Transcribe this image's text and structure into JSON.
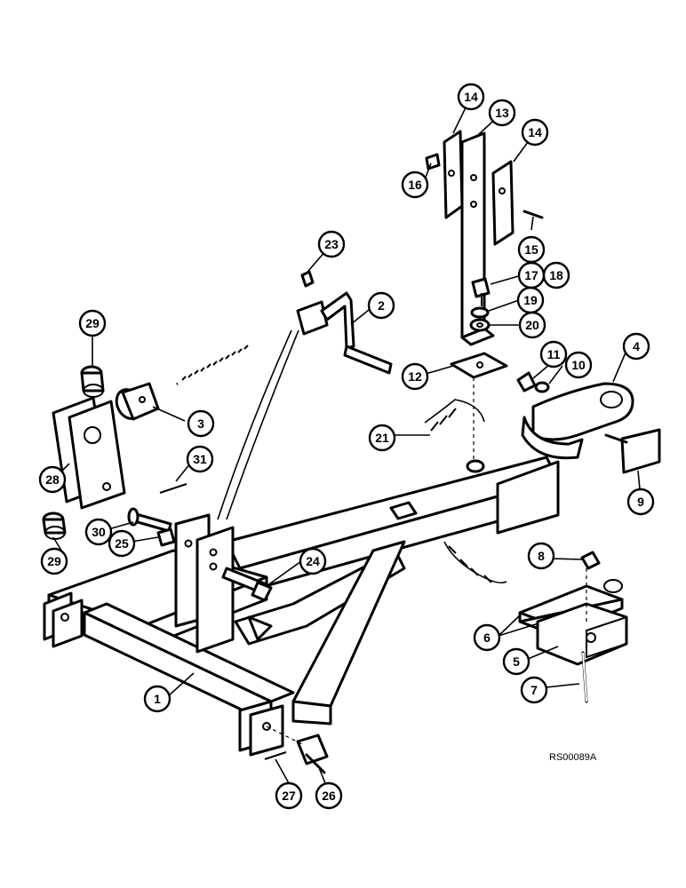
{
  "figure": {
    "code": "RS00089A"
  },
  "callouts": [
    {
      "id": "14a",
      "label": "14"
    },
    {
      "id": "13",
      "label": "13"
    },
    {
      "id": "14b",
      "label": "14"
    },
    {
      "id": "16",
      "label": "16"
    },
    {
      "id": "15",
      "label": "15"
    },
    {
      "id": "17",
      "label": "17"
    },
    {
      "id": "18",
      "label": "18"
    },
    {
      "id": "19",
      "label": "19"
    },
    {
      "id": "20",
      "label": "20"
    },
    {
      "id": "12",
      "label": "12"
    },
    {
      "id": "11",
      "label": "11"
    },
    {
      "id": "10",
      "label": "10"
    },
    {
      "id": "4",
      "label": "4"
    },
    {
      "id": "23",
      "label": "23"
    },
    {
      "id": "2",
      "label": "2"
    },
    {
      "id": "29a",
      "label": "29"
    },
    {
      "id": "3",
      "label": "3"
    },
    {
      "id": "21",
      "label": "21"
    },
    {
      "id": "9",
      "label": "9"
    },
    {
      "id": "28",
      "label": "28"
    },
    {
      "id": "31",
      "label": "31"
    },
    {
      "id": "30",
      "label": "30"
    },
    {
      "id": "25",
      "label": "25"
    },
    {
      "id": "29b",
      "label": "29"
    },
    {
      "id": "24",
      "label": "24"
    },
    {
      "id": "8",
      "label": "8"
    },
    {
      "id": "6",
      "label": "6"
    },
    {
      "id": "5",
      "label": "5"
    },
    {
      "id": "1",
      "label": "1"
    },
    {
      "id": "7",
      "label": "7"
    },
    {
      "id": "27",
      "label": "27"
    },
    {
      "id": "26",
      "label": "26"
    }
  ]
}
